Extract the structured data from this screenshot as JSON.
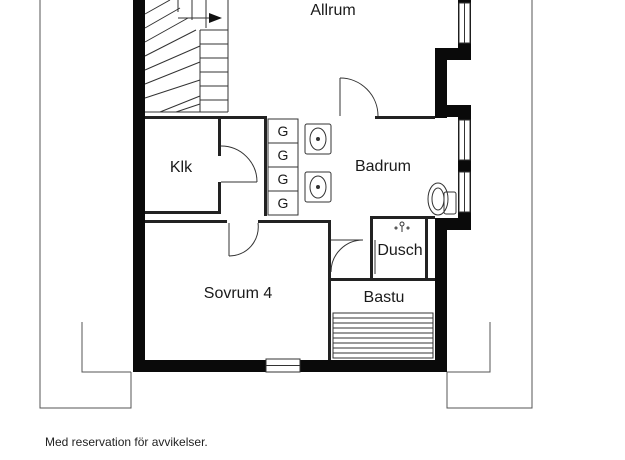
{
  "rooms": {
    "allrum": "Allrum",
    "badrum": "Badrum",
    "klk": "Klk",
    "dusch": "Dusch",
    "sovrum": "Sovrum 4",
    "bastu": "Bastu"
  },
  "cabinets": [
    "G",
    "G",
    "G",
    "G"
  ],
  "disclaimer": "Med reservation för avvikelser.",
  "colors": {
    "wall": "#0a0a0a",
    "line": "#333333",
    "background": "#ffffff"
  }
}
